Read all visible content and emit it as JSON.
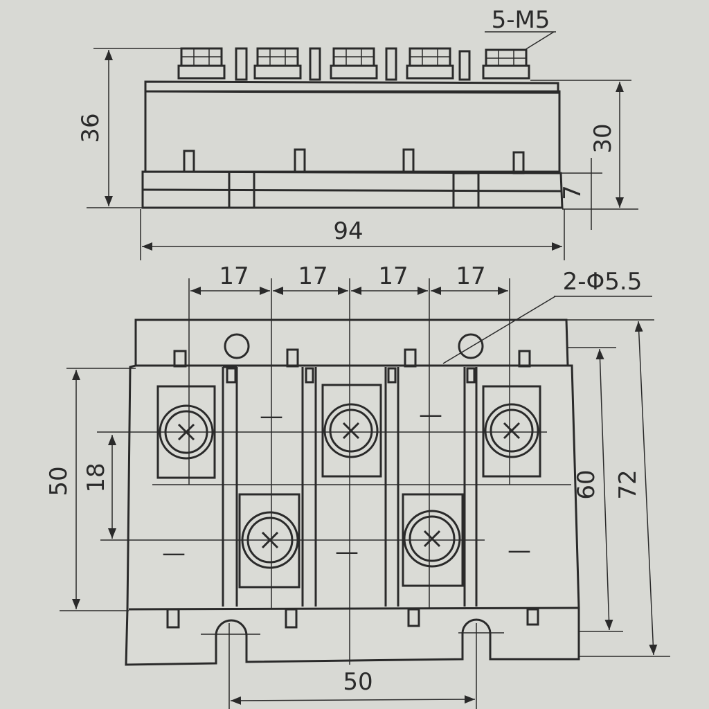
{
  "labels": {
    "thread_spec": "5-M5",
    "hole_spec": "2-Φ5.5"
  },
  "dimensions": {
    "side_height_total": "36",
    "side_height_body": "30",
    "base_thickness": "7",
    "overall_width": "94",
    "pitch_1": "17",
    "pitch_2": "17",
    "pitch_3": "17",
    "pitch_4": "17",
    "terminal_vertical_offset": "18",
    "terminal_span": "50",
    "inner_height": "60",
    "overall_height": "72",
    "mount_hole_spacing": "50"
  },
  "terminal_signs": {
    "upper_left_gap": "—",
    "upper_right_gap": "—",
    "lower_left": "—",
    "lower_middle": "—",
    "lower_right": "—"
  },
  "colors": {
    "background": "#d8d9d4",
    "line": "#2a2a2a"
  }
}
